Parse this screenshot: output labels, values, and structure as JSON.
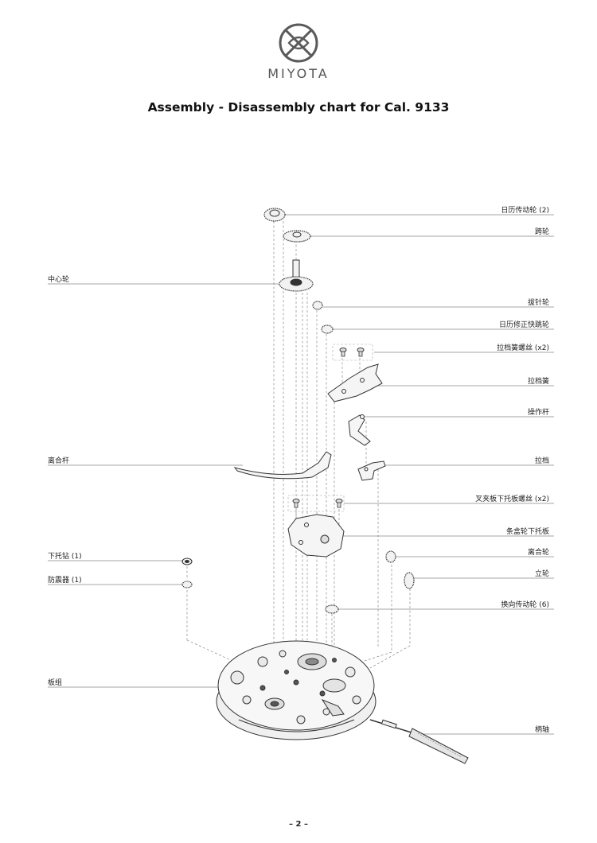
{
  "header": {
    "brand": "MIYOTA",
    "title": "Assembly - Disassembly chart for Cal. 9133"
  },
  "labels_right": [
    "日历传动轮 (2)",
    "跨轮",
    "拔针轮",
    "日历修正快跳轮",
    "拉档簧螺丝 (x2)",
    "拉档簧",
    "操作杆",
    "拉档",
    "叉夹板下托板螺丝 (x2)",
    "条盒轮下托板",
    "离合轮",
    "立轮",
    "换向传动轮 (6)",
    "柄轴"
  ],
  "labels_left": [
    "中心轮",
    "离合杆",
    "下托钻 (1)",
    "防震器 (1)",
    "板组"
  ],
  "footer": {
    "page": "– 2 –"
  },
  "colors": {
    "line": "#555555",
    "fill": "#f2f2f2",
    "dark": "#333333"
  }
}
